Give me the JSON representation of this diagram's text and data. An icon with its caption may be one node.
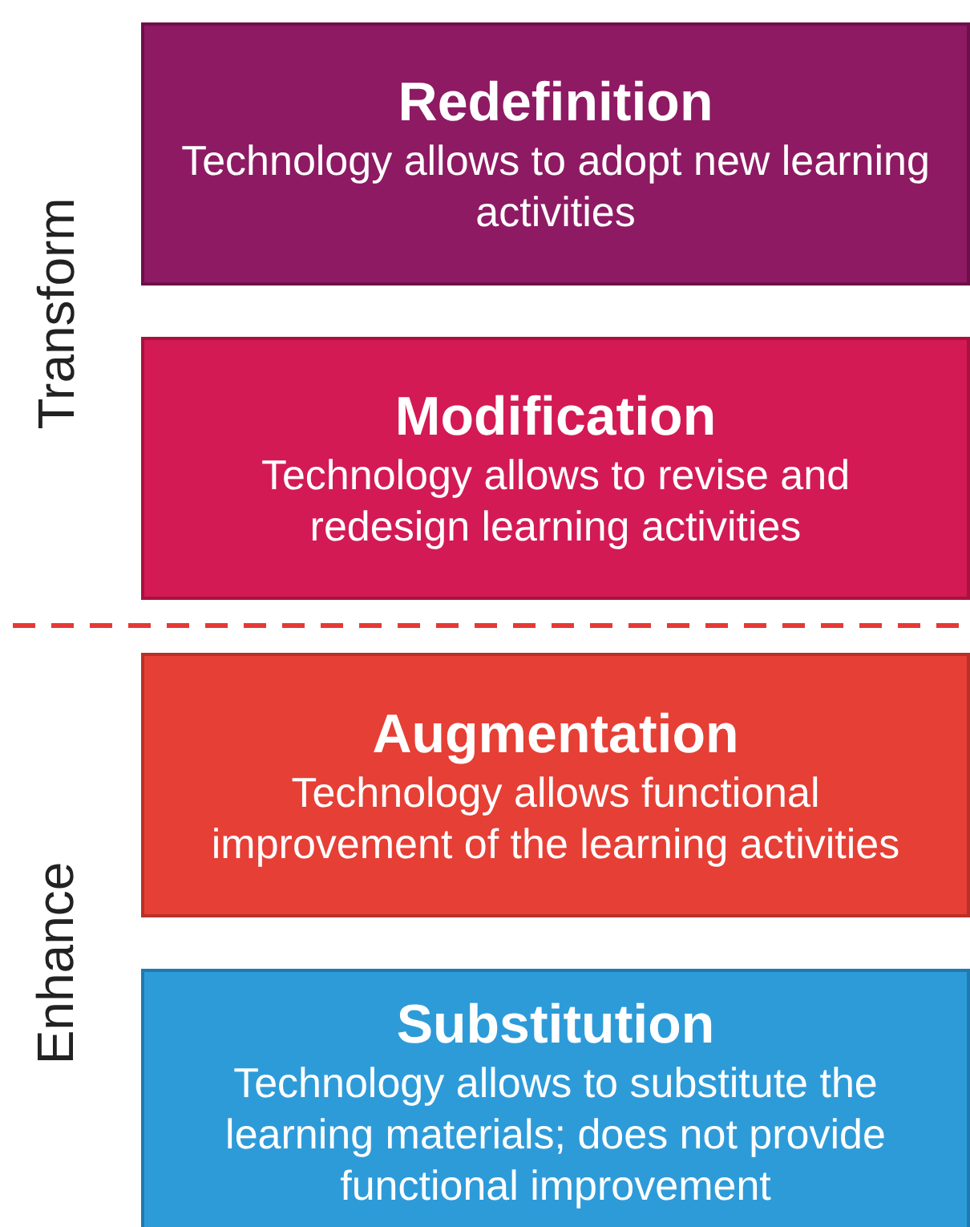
{
  "diagram": {
    "nodes": [
      {
        "text": [
          "Redefinition",
          "Technology allows to adopt new learning activities"
        ]
      },
      {
        "text": [
          "Modification",
          "Technology allows to revise and redesign learning activities"
        ]
      },
      {
        "text": [
          "Augmentation",
          "Technology allows functional improvement of the learning activities"
        ]
      },
      {
        "text": [
          "Substitution",
          "Technology allows to substitute the learning materials; does not provide functional improvement"
        ]
      }
    ],
    "edges": [],
    "labels": [
      "Transform",
      "Enhance"
    ]
  }
}
